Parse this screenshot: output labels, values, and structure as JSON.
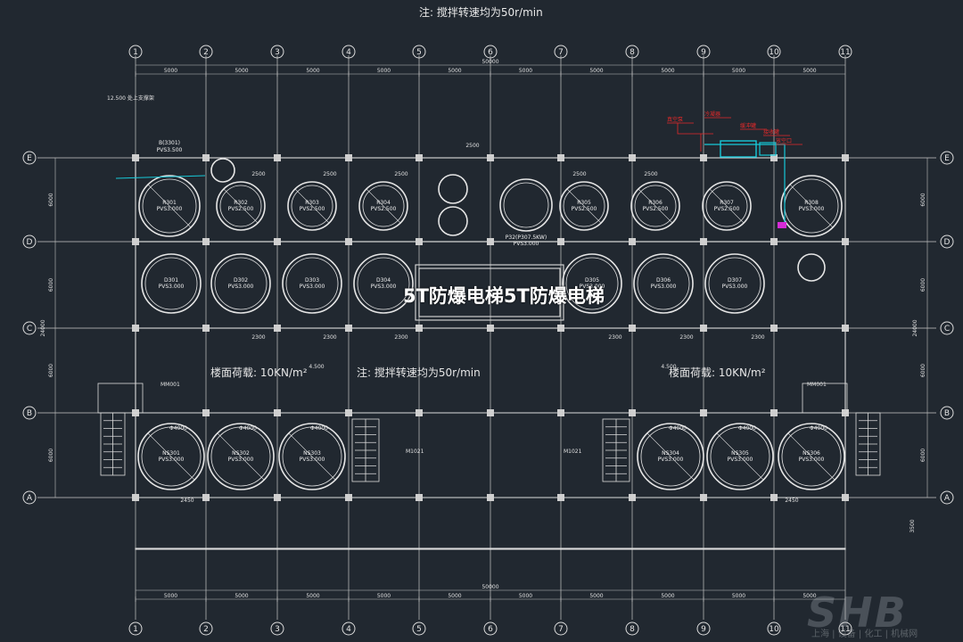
{
  "top_note": "注: 搅拌转速均为50r/min",
  "overlay_title": "5T防爆电梯5T防爆电梯",
  "mid_note": "注: 搅拌转速均为50r/min",
  "load_left": "楼面荷载: 10KN/m²",
  "load_right": "楼面荷载: 10KN/m²",
  "watermark": "SHB",
  "watermark_sub": "上海 | 设备 | 化工 | 机械网",
  "grid": {
    "columns": [
      "1",
      "2",
      "3",
      "4",
      "5",
      "6",
      "7",
      "8",
      "9",
      "10",
      "11"
    ],
    "rows": [
      "E",
      "D",
      "C",
      "B",
      "A"
    ],
    "spacing_label": "5000",
    "total_label": "50000",
    "row_dims_left": [
      "6000",
      "6000",
      "6000",
      "6000"
    ],
    "total_left": "24000",
    "rear_dim": "3500"
  },
  "equipment": {
    "upper": [
      {
        "id": "R301",
        "spec": "PVS3.000"
      },
      {
        "id": "R302",
        "spec": "PVS2.500"
      },
      {
        "id": "R303",
        "spec": "PVS2.500"
      },
      {
        "id": "R304",
        "spec": "PVS2.500"
      },
      {
        "id": "R305",
        "spec": "PVS2.500"
      },
      {
        "id": "R306",
        "spec": "PVS2.500"
      },
      {
        "id": "R307",
        "spec": "PVS2.500"
      },
      {
        "id": "R308",
        "spec": "PVS3.000"
      }
    ],
    "middle": [
      {
        "id": "D301",
        "spec": "PVS3.000"
      },
      {
        "id": "D302",
        "spec": "PVS3.000"
      },
      {
        "id": "D303",
        "spec": "PVS3.000"
      },
      {
        "id": "D304",
        "spec": "PVS3.000"
      },
      {
        "id": "D305",
        "spec": "PVS3.000"
      },
      {
        "id": "D306",
        "spec": "PVS3.000"
      },
      {
        "id": "D307",
        "spec": "PVS3.000"
      }
    ],
    "lower": [
      {
        "id": "NS301",
        "spec": "PVS3.000"
      },
      {
        "id": "NS302",
        "spec": "PVS3.000"
      },
      {
        "id": "NS303",
        "spec": "PVS3.000"
      },
      {
        "id": "NS304",
        "spec": "PVS3.000"
      },
      {
        "id": "NS305",
        "spec": "PVS3.000"
      },
      {
        "id": "NS306",
        "spec": "PVS3.000"
      }
    ],
    "lower_dia": "Φ4000",
    "center_pair_spec": "P32(P307.5KW)",
    "center_pair_sub": "PVS3.000"
  },
  "labels": {
    "elev_left": "4.500",
    "elev_right": "4.500",
    "door": "M1021",
    "window": "MM001",
    "tank_label": "B(3301)",
    "tank_spec": "PVS3.500",
    "dim_2500": "2500",
    "dim_2300": "2300",
    "dim_2450": "2450",
    "red_tags": [
      "真空泵",
      "冷凝器",
      "缓冲罐",
      "接收罐",
      "放空口"
    ],
    "note_small": "12.500 处上支撑架"
  },
  "colors": {
    "background": "#212830",
    "lines": "#dcdcdc",
    "grid": "#c8c8c8",
    "accent_cyan": "#17c9d8",
    "accent_red": "#e52a2a",
    "accent_magenta": "#d62bd6"
  }
}
